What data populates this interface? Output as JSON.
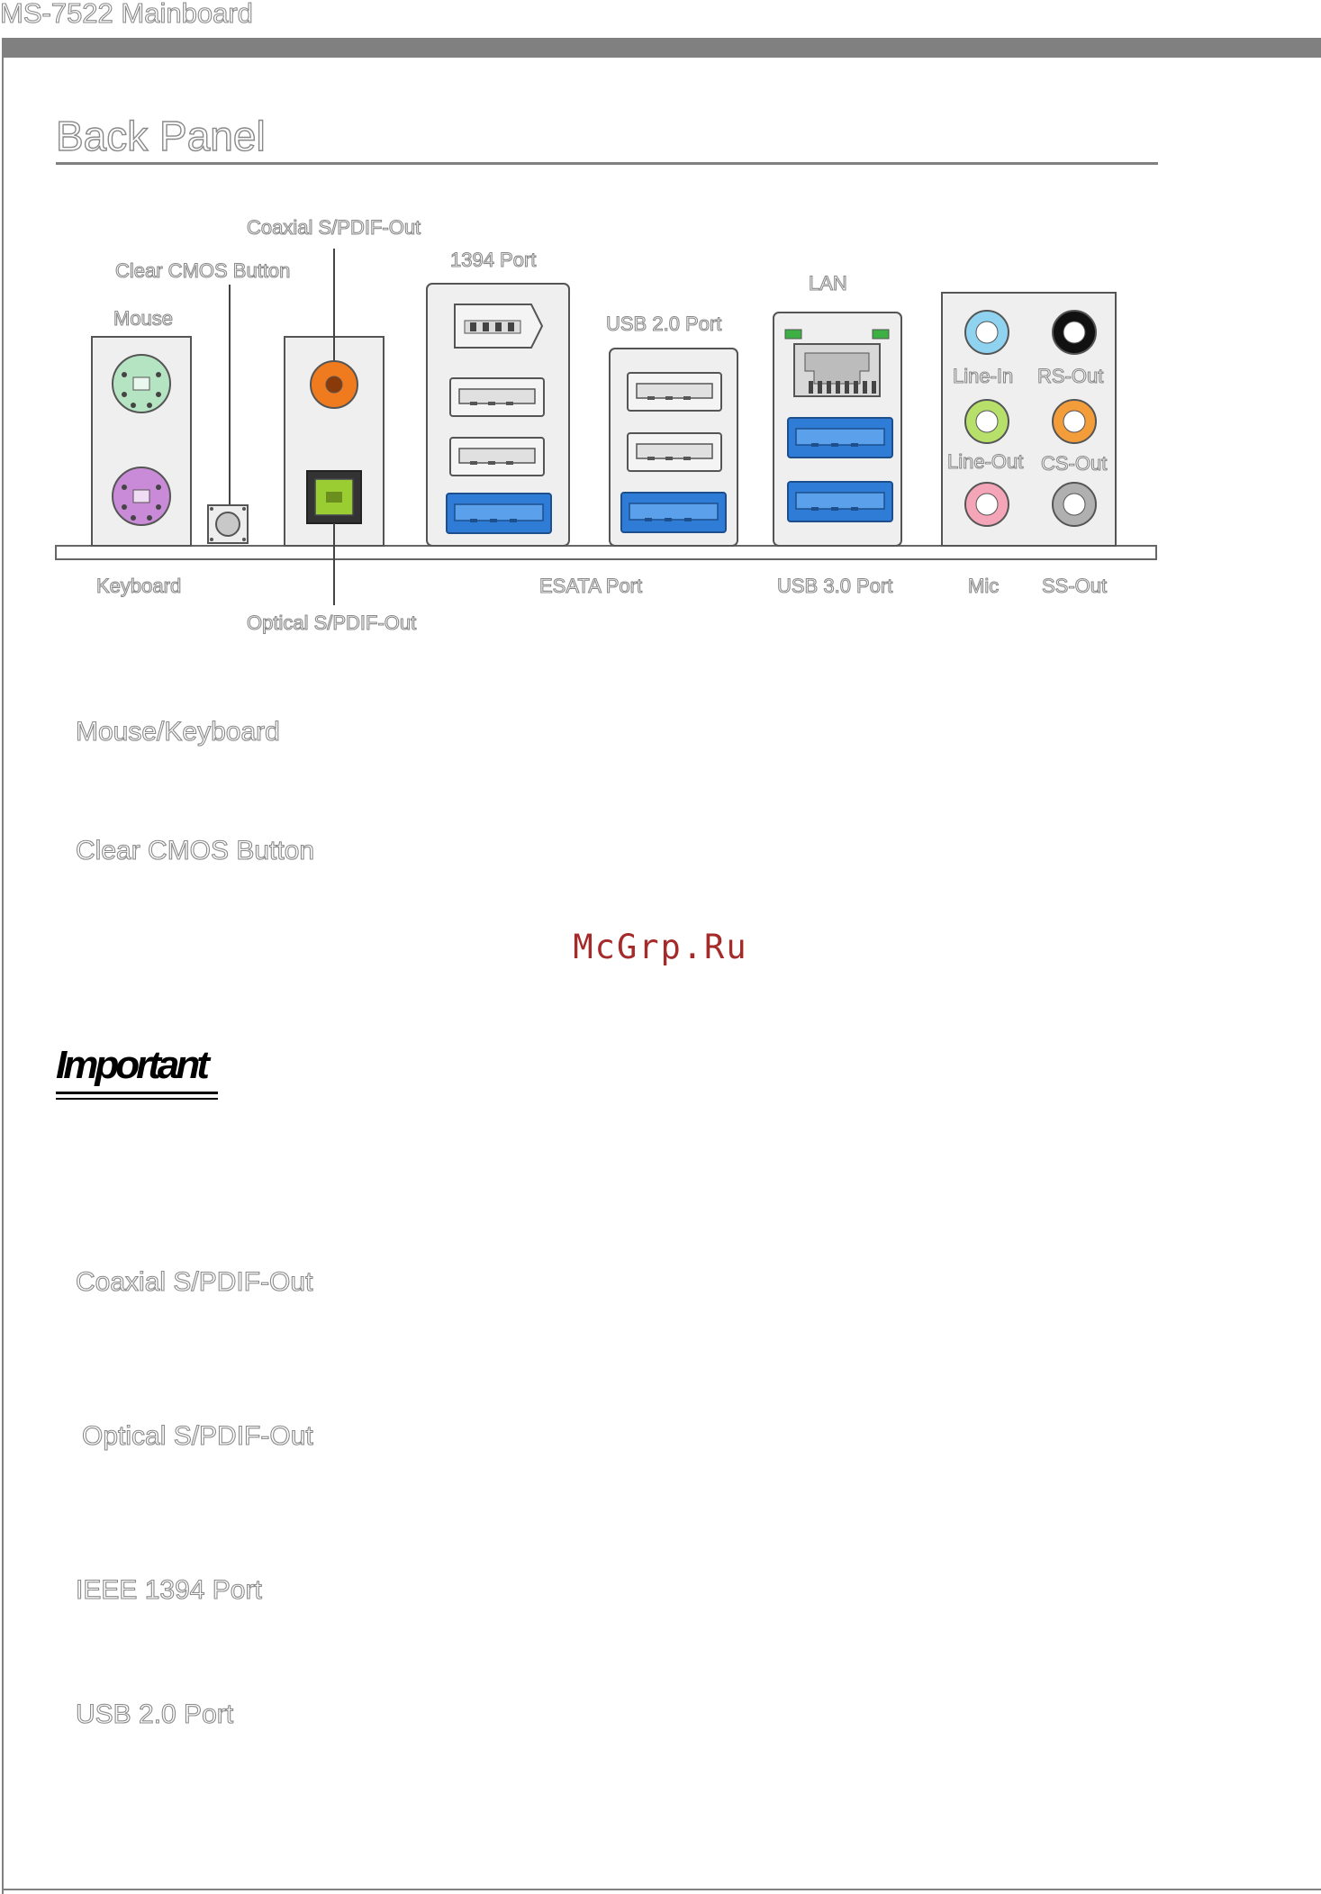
{
  "header": {
    "title": "MS-7522 Mainboard"
  },
  "section": {
    "title": "Back Panel"
  },
  "diagram": {
    "labels": {
      "coaxial": "Coaxial S/PDIF-Out",
      "clear_cmos": "Clear CMOS Button",
      "mouse": "Mouse",
      "port_1394": "1394 Port",
      "usb20": "USB 2.0 Port",
      "lan": "LAN",
      "line_in": "Line-In",
      "rs_out": "RS-Out",
      "line_out": "Line-Out",
      "cs_out": "CS-Out",
      "keyboard": "Keyboard",
      "esata": "ESATA Port",
      "usb30": "USB 3.0 Port",
      "mic": "Mic",
      "ss_out": "SS-Out",
      "optical": "Optical S/PDIF-Out"
    }
  },
  "subsections": [
    "Mouse/Keyboard",
    "Clear CMOS Button",
    "Coaxial S/PDIF-Out",
    "Optical S/PDIF-Out",
    "IEEE 1394 Port",
    "USB 2.0 Port"
  ],
  "important": {
    "label": "Important"
  },
  "watermark": "McGrp.Ru",
  "colors": {
    "mouse_port": "#b5e4c3",
    "keyboard_port": "#c98bd8",
    "coaxial": "#f07a1e",
    "optical": "#9acd32",
    "usb3": "#2f7cd6",
    "line_in": "#8fd3f0",
    "line_out": "#b6e06a",
    "mic": "#f4a6b8",
    "cs_out": "#f39c3a",
    "rs_out": "#111111",
    "ss_out": "#b0b0b0"
  }
}
